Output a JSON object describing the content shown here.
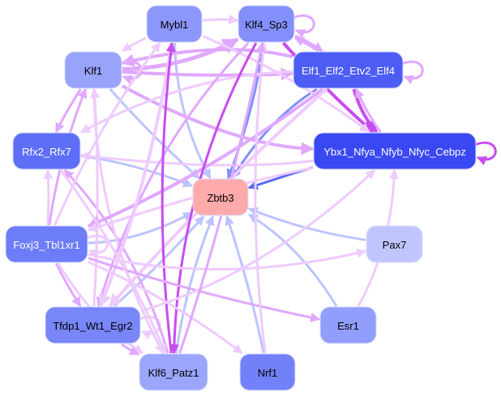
{
  "diagram": {
    "type": "directed-network",
    "colors": {
      "edge_pink_light": "#eecbff",
      "edge_pink": "#e0a8ff",
      "edge_magenta": "#c84cf0",
      "edge_blue_light": "#bcc4ff",
      "edge_blue": "#8090f8",
      "edge_blue_dark": "#5a6af0",
      "target_fill": "#ffaaaa"
    },
    "nodes": [
      {
        "id": "Mybl1",
        "label": "Mybl1",
        "fill": "#8b97fb",
        "text": "#000000"
      },
      {
        "id": "Klf4_Sp3",
        "label": "Klf4_Sp3",
        "fill": "#8390fb",
        "text": "#000000"
      },
      {
        "id": "Klf1",
        "label": "Klf1",
        "fill": "#98a3fb",
        "text": "#000000"
      },
      {
        "id": "Elf1_Elf2_Etv2_Elf4",
        "label": "Elf1_Elf2_Etv2_Elf4",
        "fill": "#4c5cf5",
        "text": "#ffffff"
      },
      {
        "id": "Rfx2_Rfx7",
        "label": "Rfx2_Rfx7",
        "fill": "#5f6ef7",
        "text": "#ffffff"
      },
      {
        "id": "Ybx1_Nfya_Nfyb_Nfyc_Cebpz",
        "label": "Ybx1_Nfya_Nfyb_Nfyc_Cebpz",
        "fill": "#3a48f2",
        "text": "#ffffff"
      },
      {
        "id": "Zbtb3",
        "label": "Zbtb3",
        "fill": "#ffaaaa",
        "text": "#000000"
      },
      {
        "id": "Foxj3_Tbl1xr1",
        "label": "Foxj3_Tbl1xr1",
        "fill": "#6d7cf8",
        "text": "#ffffff"
      },
      {
        "id": "Pax7",
        "label": "Pax7",
        "fill": "#c0c6fd",
        "text": "#000000"
      },
      {
        "id": "Tfdp1_Wt1_Egr2",
        "label": "Tfdp1_Wt1_Egr2",
        "fill": "#7886f9",
        "text": "#000000"
      },
      {
        "id": "Esr1",
        "label": "Esr1",
        "fill": "#929efb",
        "text": "#000000"
      },
      {
        "id": "Klf6_Patz1",
        "label": "Klf6_Patz1",
        "fill": "#9aa5fb",
        "text": "#000000"
      },
      {
        "id": "Nrf1",
        "label": "Nrf1",
        "fill": "#7381f9",
        "text": "#000000"
      }
    ],
    "edges": [
      {
        "from": "Mybl1",
        "to": "Zbtb3",
        "color": "edge_blue_light",
        "weight": 3
      },
      {
        "from": "Klf4_Sp3",
        "to": "Zbtb3",
        "color": "edge_blue",
        "weight": 3
      },
      {
        "from": "Klf1",
        "to": "Zbtb3",
        "color": "edge_blue_light",
        "weight": 3
      },
      {
        "from": "Elf1_Elf2_Etv2_Elf4",
        "to": "Zbtb3",
        "color": "edge_blue",
        "weight": 3
      },
      {
        "from": "Rfx2_Rfx7",
        "to": "Zbtb3",
        "color": "edge_blue_light",
        "weight": 3
      },
      {
        "from": "Ybx1_Nfya_Nfyb_Nfyc_Cebpz",
        "to": "Zbtb3",
        "color": "edge_blue_dark",
        "weight": 3
      },
      {
        "from": "Foxj3_Tbl1xr1",
        "to": "Zbtb3",
        "color": "edge_blue_light",
        "weight": 3
      },
      {
        "from": "Pax7",
        "to": "Zbtb3",
        "color": "edge_blue_light",
        "weight": 3
      },
      {
        "from": "Tfdp1_Wt1_Egr2",
        "to": "Zbtb3",
        "color": "edge_blue_light",
        "weight": 3
      },
      {
        "from": "Esr1",
        "to": "Zbtb3",
        "color": "edge_blue_light",
        "weight": 3
      },
      {
        "from": "Klf6_Patz1",
        "to": "Zbtb3",
        "color": "edge_blue_light",
        "weight": 3
      },
      {
        "from": "Nrf1",
        "to": "Zbtb3",
        "color": "edge_blue_light",
        "weight": 3
      },
      {
        "from": "Klf4_Sp3",
        "to": "Klf4_Sp3",
        "color": "edge_pink",
        "weight": 3
      },
      {
        "from": "Elf1_Elf2_Etv2_Elf4",
        "to": "Elf1_Elf2_Etv2_Elf4",
        "color": "edge_pink",
        "weight": 3
      },
      {
        "from": "Ybx1_Nfya_Nfyb_Nfyc_Cebpz",
        "to": "Ybx1_Nfya_Nfyb_Nfyc_Cebpz",
        "color": "edge_magenta",
        "weight": 3
      },
      {
        "from": "Klf1",
        "to": "Klf1",
        "color": "edge_pink",
        "weight": 3
      },
      {
        "from": "Foxj3_Tbl1xr1",
        "to": "Foxj3_Tbl1xr1",
        "color": "edge_pink_light",
        "weight": 3
      },
      {
        "from": "Tfdp1_Wt1_Egr2",
        "to": "Tfdp1_Wt1_Egr2",
        "color": "edge_pink_light",
        "weight": 3
      },
      {
        "from": "Elf1_Elf2_Etv2_Elf4",
        "to": "Ybx1_Nfya_Nfyb_Nfyc_Cebpz",
        "color": "edge_magenta",
        "weight": 4
      },
      {
        "from": "Ybx1_Nfya_Nfyb_Nfyc_Cebpz",
        "to": "Elf1_Elf2_Etv2_Elf4",
        "color": "edge_pink",
        "weight": 3
      },
      {
        "from": "Klf1",
        "to": "Elf1_Elf2_Etv2_Elf4",
        "color": "edge_pink",
        "weight": 4
      },
      {
        "from": "Elf1_Elf2_Etv2_Elf4",
        "to": "Klf1",
        "color": "edge_pink",
        "weight": 4
      },
      {
        "from": "Klf4_Sp3",
        "to": "Elf1_Elf2_Etv2_Elf4",
        "color": "edge_pink",
        "weight": 3
      },
      {
        "from": "Elf1_Elf2_Etv2_Elf4",
        "to": "Klf4_Sp3",
        "color": "edge_pink",
        "weight": 3
      },
      {
        "from": "Klf1",
        "to": "Klf4_Sp3",
        "color": "edge_pink",
        "weight": 5
      },
      {
        "from": "Mybl1",
        "to": "Klf4_Sp3",
        "color": "edge_pink_light",
        "weight": 3
      },
      {
        "from": "Klf4_Sp3",
        "to": "Ybx1_Nfya_Nfyb_Nfyc_Cebpz",
        "color": "edge_magenta",
        "weight": 4
      },
      {
        "from": "Klf1",
        "to": "Ybx1_Nfya_Nfyb_Nfyc_Cebpz",
        "color": "edge_pink",
        "weight": 4
      },
      {
        "from": "Mybl1",
        "to": "Ybx1_Nfya_Nfyb_Nfyc_Cebpz",
        "color": "edge_pink_light",
        "weight": 3
      },
      {
        "from": "Klf1",
        "to": "Rfx2_Rfx7",
        "color": "edge_pink",
        "weight": 3
      },
      {
        "from": "Elf1_Elf2_Etv2_Elf4",
        "to": "Rfx2_Rfx7",
        "color": "edge_pink_light",
        "weight": 3
      },
      {
        "from": "Ybx1_Nfya_Nfyb_Nfyc_Cebpz",
        "to": "Rfx2_Rfx7",
        "color": "edge_pink_light",
        "weight": 3
      },
      {
        "from": "Foxj3_Tbl1xr1",
        "to": "Rfx2_Rfx7",
        "color": "edge_pink_light",
        "weight": 3
      },
      {
        "from": "Klf6_Patz1",
        "to": "Rfx2_Rfx7",
        "color": "edge_pink",
        "weight": 3
      },
      {
        "from": "Foxj3_Tbl1xr1",
        "to": "Klf1",
        "color": "edge_pink",
        "weight": 3
      },
      {
        "from": "Tfdp1_Wt1_Egr2",
        "to": "Klf1",
        "color": "edge_pink_light",
        "weight": 3
      },
      {
        "from": "Klf1",
        "to": "Klf6_Patz1",
        "color": "edge_pink_light",
        "weight": 3
      },
      {
        "from": "Elf1_Elf2_Etv2_Elf4",
        "to": "Foxj3_Tbl1xr1",
        "color": "edge_pink",
        "weight": 4
      },
      {
        "from": "Ybx1_Nfya_Nfyb_Nfyc_Cebpz",
        "to": "Foxj3_Tbl1xr1",
        "color": "edge_pink_light",
        "weight": 3
      },
      {
        "from": "Klf4_Sp3",
        "to": "Tfdp1_Wt1_Egr2",
        "color": "edge_pink",
        "weight": 3
      },
      {
        "from": "Mybl1",
        "to": "Tfdp1_Wt1_Egr2",
        "color": "edge_pink_light",
        "weight": 4
      },
      {
        "from": "Elf1_Elf2_Etv2_Elf4",
        "to": "Tfdp1_Wt1_Egr2",
        "color": "edge_pink_light",
        "weight": 4
      },
      {
        "from": "Klf4_Sp3",
        "to": "Klf6_Patz1",
        "color": "edge_magenta",
        "weight": 3
      },
      {
        "from": "Klf6_Patz1",
        "to": "Mybl1",
        "color": "edge_magenta",
        "weight": 3
      },
      {
        "from": "Foxj3_Tbl1xr1",
        "to": "Tfdp1_Wt1_Egr2",
        "color": "edge_pink",
        "weight": 3
      },
      {
        "from": "Foxj3_Tbl1xr1",
        "to": "Klf6_Patz1",
        "color": "edge_pink_light",
        "weight": 3
      },
      {
        "from": "Foxj3_Tbl1xr1",
        "to": "Nrf1",
        "color": "edge_pink_light",
        "weight": 3
      },
      {
        "from": "Foxj3_Tbl1xr1",
        "to": "Esr1",
        "color": "edge_pink",
        "weight": 3
      },
      {
        "from": "Foxj3_Tbl1xr1",
        "to": "Pax7",
        "color": "edge_pink_light",
        "weight": 3
      },
      {
        "from": "Foxj3_Tbl1xr1",
        "to": "Mybl1",
        "color": "edge_pink_light",
        "weight": 3
      },
      {
        "from": "Tfdp1_Wt1_Egr2",
        "to": "Klf6_Patz1",
        "color": "edge_pink",
        "weight": 3
      },
      {
        "from": "Tfdp1_Wt1_Egr2",
        "to": "Ybx1_Nfya_Nfyb_Nfyc_Cebpz",
        "color": "edge_pink_light",
        "weight": 3
      },
      {
        "from": "Nrf1",
        "to": "Klf4_Sp3",
        "color": "edge_pink_light",
        "weight": 3
      },
      {
        "from": "Klf6_Patz1",
        "to": "Klf4_Sp3",
        "color": "edge_pink",
        "weight": 3
      },
      {
        "from": "Esr1",
        "to": "Ybx1_Nfya_Nfyb_Nfyc_Cebpz",
        "color": "edge_pink_light",
        "weight": 3
      },
      {
        "from": "Rfx2_Rfx7",
        "to": "Klf6_Patz1",
        "color": "edge_pink_light",
        "weight": 3
      },
      {
        "from": "Mybl1",
        "to": "Klf1",
        "color": "edge_pink_light",
        "weight": 3
      }
    ]
  }
}
